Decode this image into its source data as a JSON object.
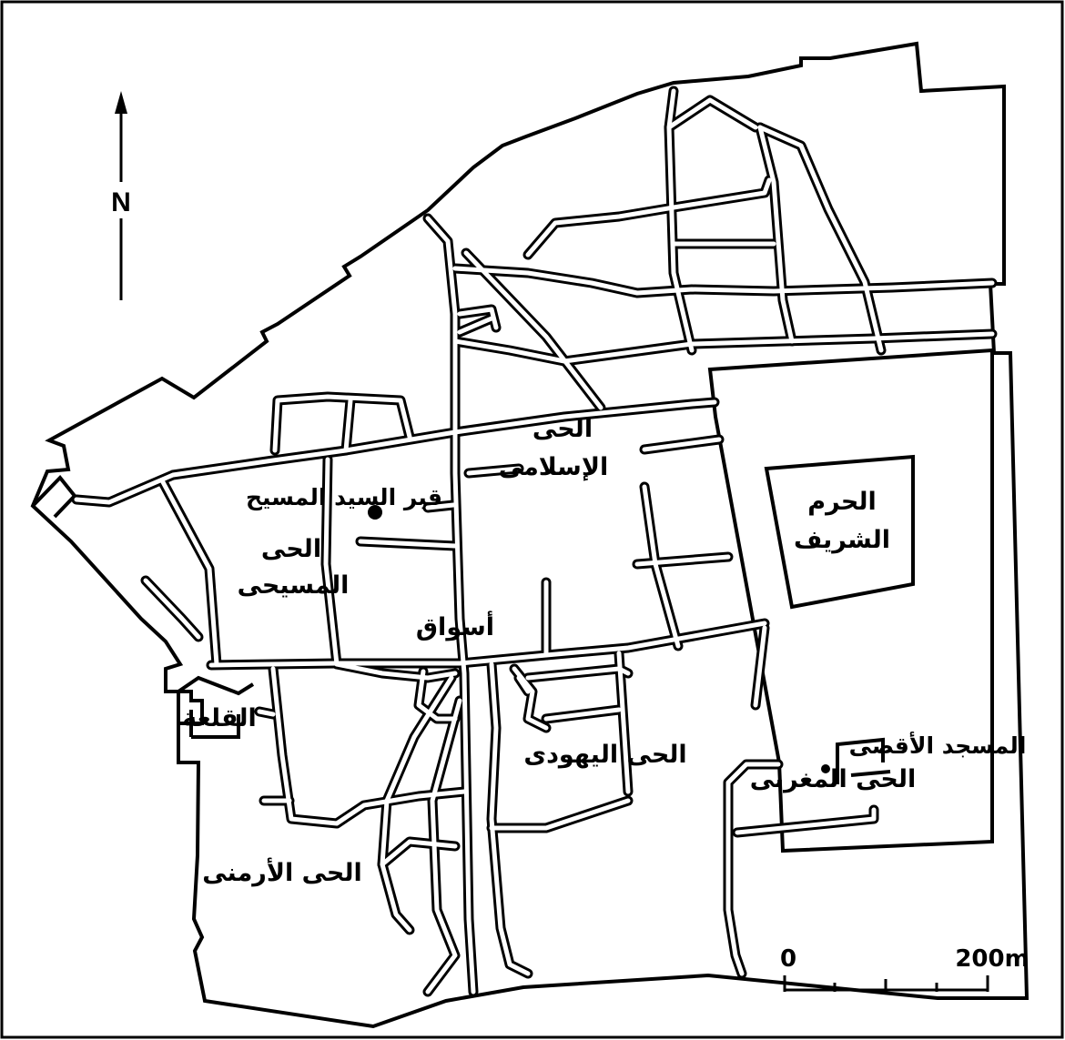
{
  "north": {
    "letter": "N"
  },
  "labels": {
    "muslim_quarter": [
      "الحى",
      "الإسلامى"
    ],
    "holy_sepulchre": "قبر السيد المسيح",
    "christian_quarter": [
      "الحى",
      "المسيحى"
    ],
    "haram": [
      "الحرم",
      "الشريف"
    ],
    "souks": "أسواق",
    "citadel": "القلعة",
    "aqsa": "المسجد الأقصى",
    "jewish_quarter": "الحى اليهودى",
    "moroccan_quarter": "الحى المغربى",
    "armenian_quarter": "الحى الأرمنى"
  },
  "scale": {
    "zero": "0",
    "end": "200m"
  }
}
